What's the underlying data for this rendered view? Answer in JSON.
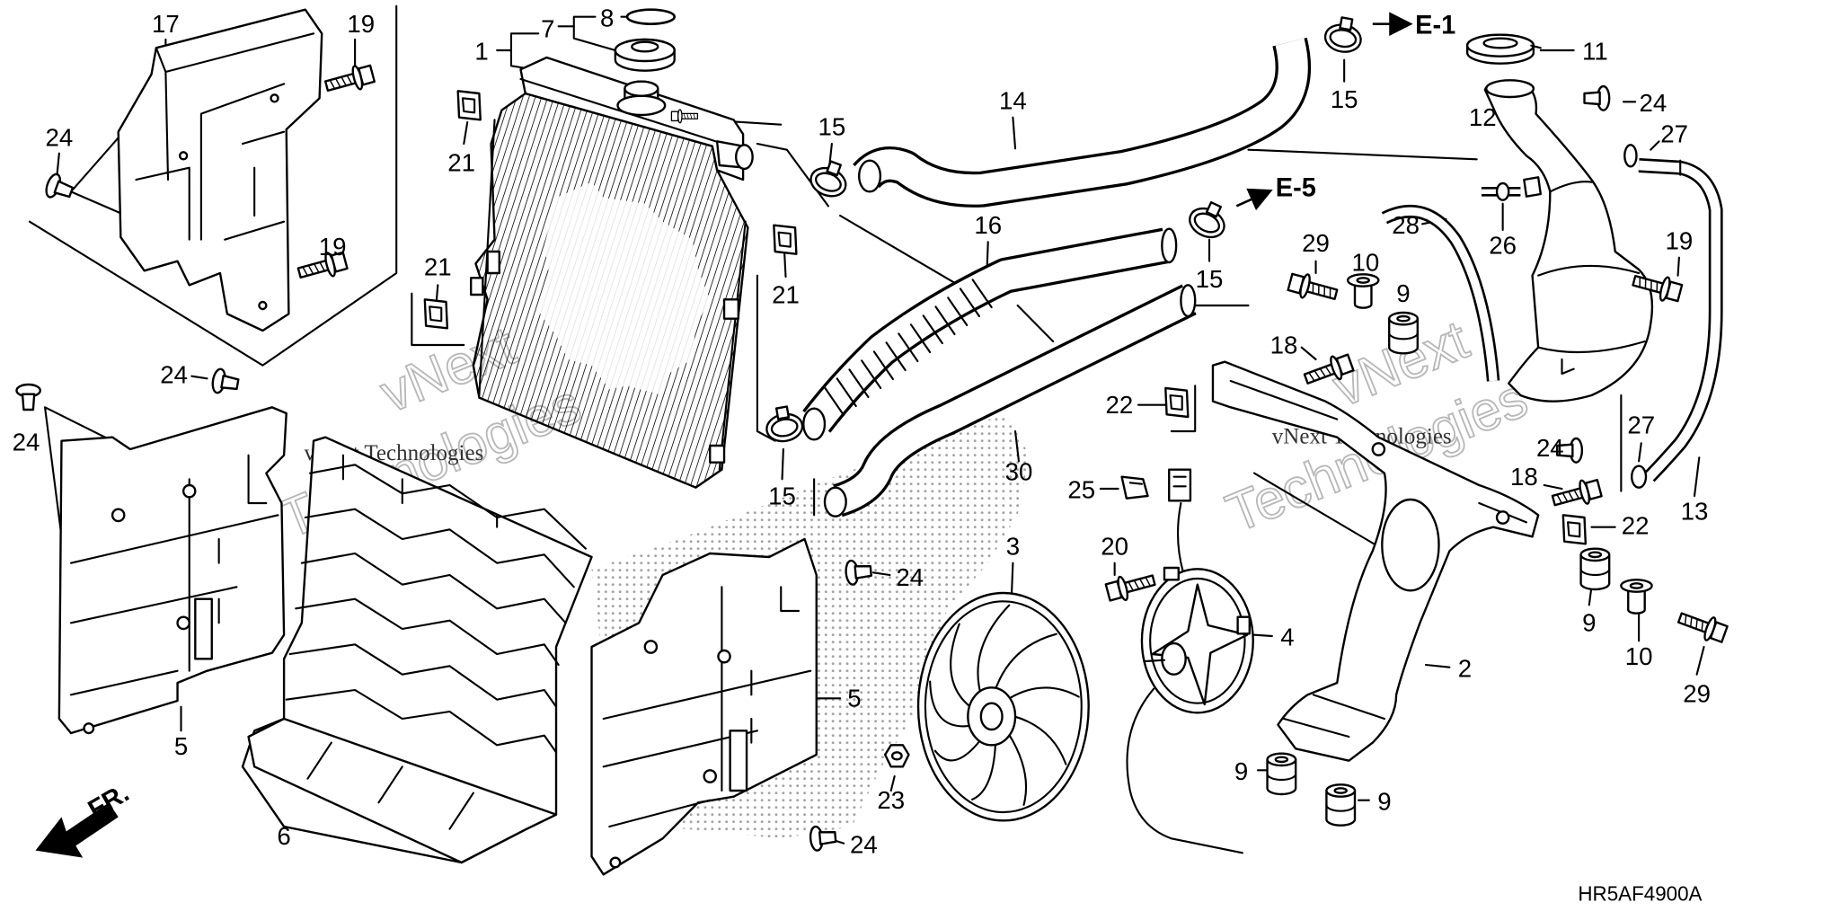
{
  "diagram": {
    "callouts": [
      "17",
      "19",
      "24",
      "19",
      "7",
      "8",
      "1",
      "21",
      "21",
      "15",
      "21",
      "14",
      "15",
      "11",
      "12",
      "24",
      "27",
      "16",
      "15",
      "28",
      "26",
      "29",
      "10",
      "9",
      "19",
      "18",
      "22",
      "24",
      "24",
      "15",
      "30",
      "24",
      "27",
      "18",
      "13",
      "22",
      "25",
      "20",
      "3",
      "24",
      "4",
      "2",
      "5",
      "5",
      "9",
      "10",
      "29",
      "6",
      "23",
      "9",
      "9",
      "24"
    ],
    "references": {
      "e1": "E-1",
      "e5": "E-5"
    },
    "front_marker": "FR.",
    "diagram_code": "HR5AF4900A",
    "watermark": {
      "line": "vNext Technologies",
      "word1": "vNext",
      "word2": "Technologies"
    },
    "colors": {
      "line": "#000000",
      "background": "#ffffff",
      "watermark": "#b8b8b8",
      "stipple": "#555555"
    }
  }
}
